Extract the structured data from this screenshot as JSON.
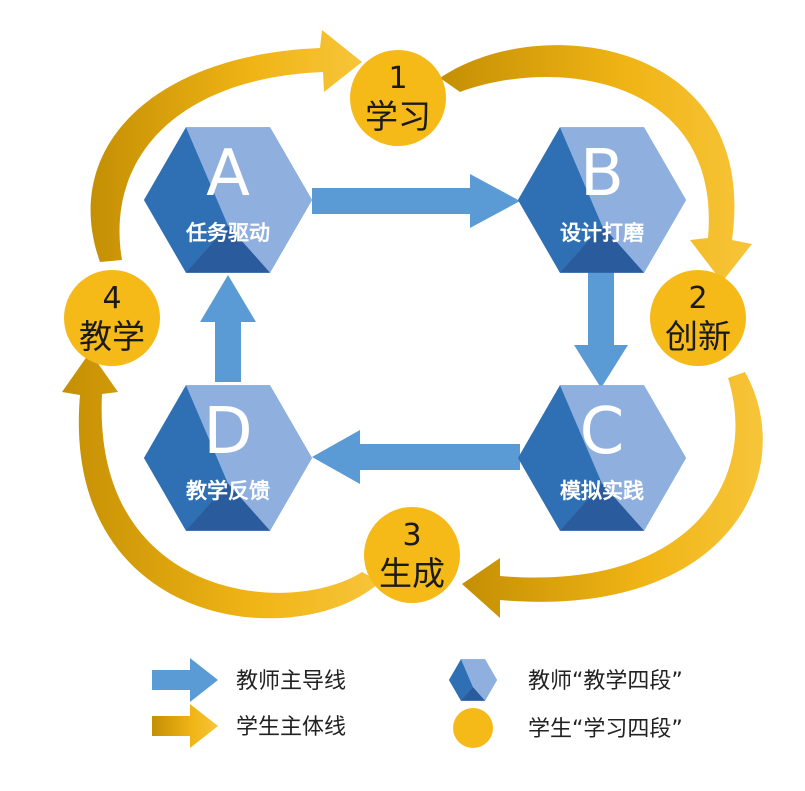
{
  "hexagons": [
    {
      "letter": "A",
      "label": "任务驱动"
    },
    {
      "letter": "B",
      "label": "设计打磨"
    },
    {
      "letter": "C",
      "label": "模拟实践"
    },
    {
      "letter": "D",
      "label": "教学反馈"
    }
  ],
  "circles": [
    {
      "number": "1",
      "label": "学习"
    },
    {
      "number": "2",
      "label": "创新"
    },
    {
      "number": "3",
      "label": "生成"
    },
    {
      "number": "4",
      "label": "教学"
    }
  ],
  "legend": {
    "teacher_line": "教师主导线",
    "student_line": "学生主体线",
    "teacher_stages": "教师“教学四段”",
    "student_stages": "学生“学习四段”"
  },
  "colors": {
    "hex_dark": "#2f6fb3",
    "hex_mid": "#3d80c4",
    "hex_light": "#8fb0df",
    "hex_bottom": "#2a5b9c",
    "blue_arrow": "#5b9bd5",
    "gold": "#f5b918",
    "gold_dark": "#c99606"
  }
}
